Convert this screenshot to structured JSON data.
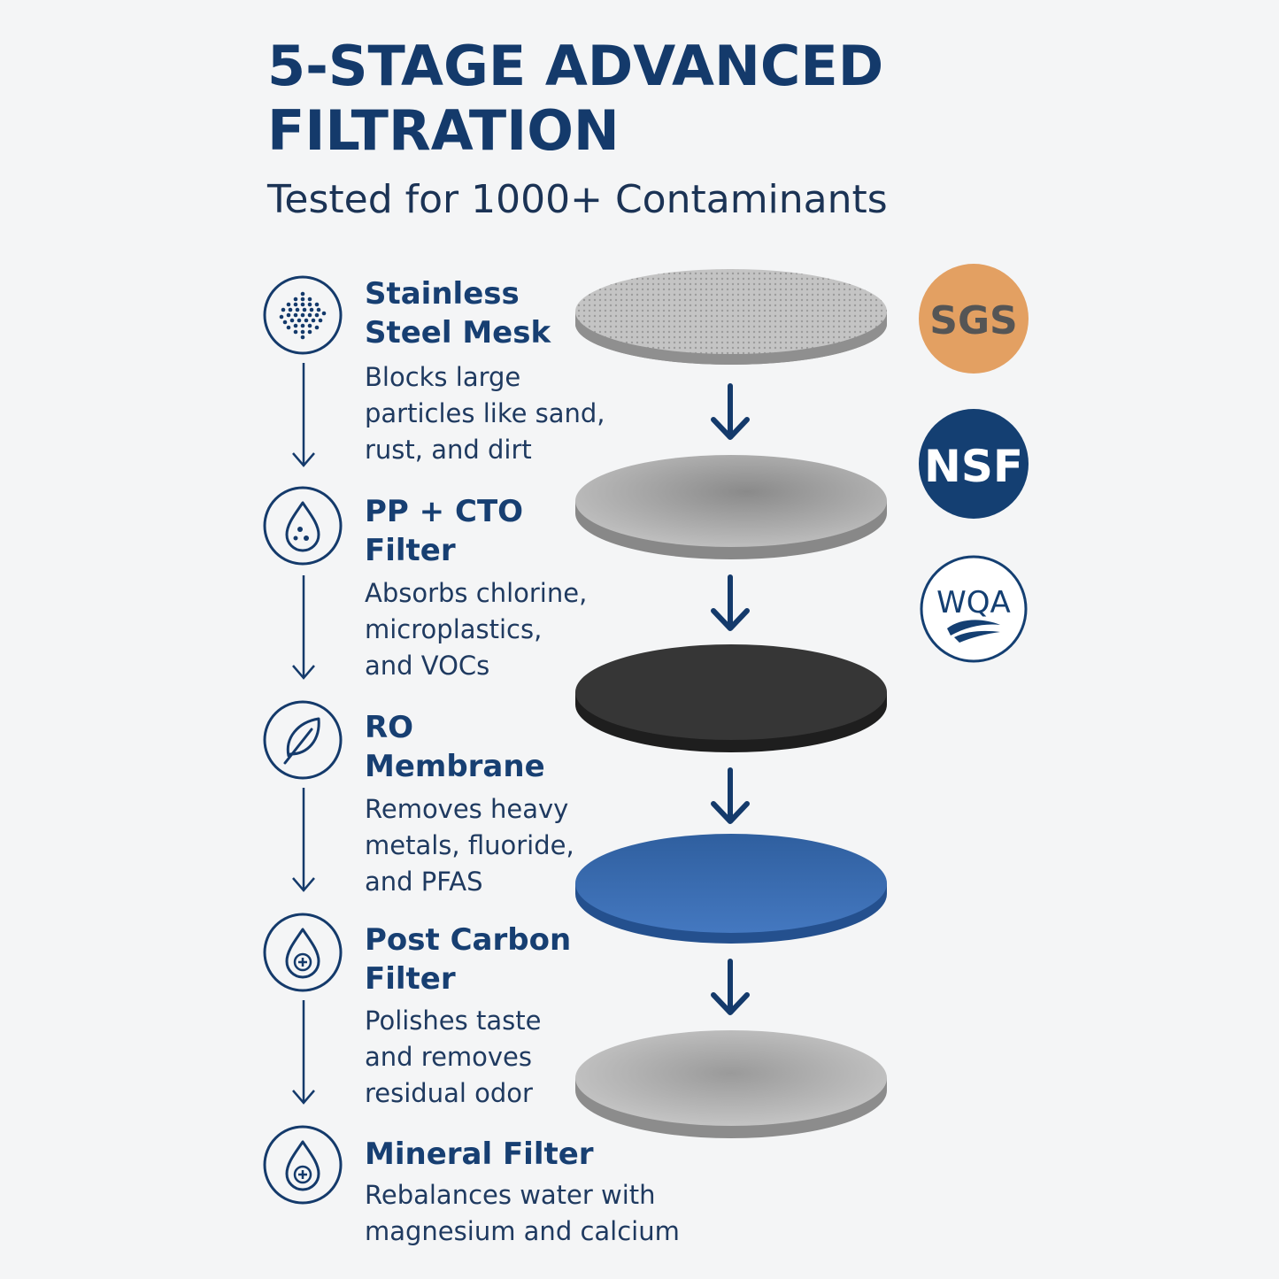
{
  "header": {
    "title_line1": "5-STAGE ADVANCED",
    "title_line2": "FILTRATION",
    "subtitle": "Tested for 1000+ Contaminants"
  },
  "stages": [
    {
      "name_line1": "Stainless",
      "name_line2": "Steel Mesk",
      "desc": [
        "Blocks large",
        "particles like sand,",
        "rust, and dirt"
      ],
      "icon": "mesh-dots-icon"
    },
    {
      "name_line1": "PP + CTO",
      "name_line2": "Filter",
      "desc": [
        "Absorbs chlorine,",
        "microplastics,",
        "and VOCs"
      ],
      "icon": "water-drop-bubbles-icon"
    },
    {
      "name_line1": "RO",
      "name_line2": "Membrane",
      "desc": [
        "Removes heavy",
        "metals, fluoride,",
        "and PFAS"
      ],
      "icon": "leaf-icon"
    },
    {
      "name_line1": "Post Carbon",
      "name_line2": "Filter",
      "desc": [
        "Polishes taste",
        "and removes",
        "residual odor"
      ],
      "icon": "water-drop-plus-icon"
    },
    {
      "name_line1": "Mineral Filter",
      "desc": [
        "Rebalances water with",
        "magnesium and calcium"
      ],
      "icon": "water-drop-plus-icon"
    }
  ],
  "badges": [
    {
      "label": "SGS",
      "color": "#e3a062"
    },
    {
      "label": "NSF",
      "color": "#143f72"
    },
    {
      "label": "WQA",
      "color": "#143f72"
    }
  ],
  "colors": {
    "navy": "#143a6b",
    "disc_mesh": "#bdbdbd",
    "disc_pp": "#a9a9a9",
    "disc_ro": "#2f2f2f",
    "disc_blue": "#3a6fb5",
    "disc_post": "#bcbcbc"
  }
}
